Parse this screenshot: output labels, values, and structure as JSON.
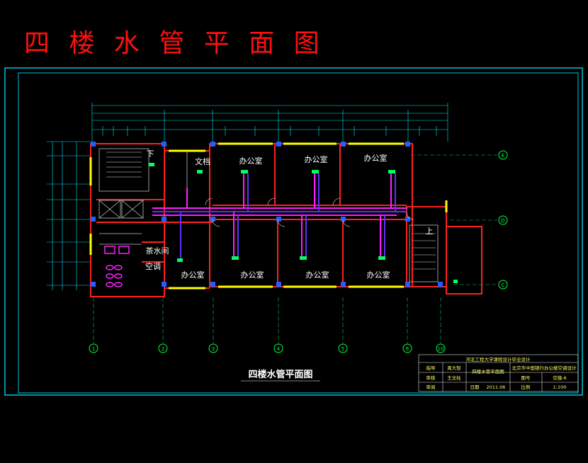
{
  "header": {
    "title": "四 楼 水 管 平 面 图"
  },
  "plan": {
    "caption": "四楼水管平面图",
    "rooms": {
      "office_top_1": "办公室",
      "office_top_2": "办公室",
      "office_top_3": "办公室",
      "office_bot_1": "办公室",
      "office_bot_2": "办公室",
      "office_bot_3": "办公室",
      "office_bot_4": "办公室",
      "archive": "文档",
      "water_room": "茶水间",
      "ac_room": "空调",
      "stair_down": "下",
      "stair_up": "上"
    },
    "axis_numbers": [
      "1",
      "2",
      "3",
      "4",
      "5",
      "6",
      "10"
    ],
    "axis_letters": [
      "E",
      "D",
      "C"
    ]
  },
  "title_block": {
    "school": "河北工程大学课程设计毕业设计",
    "row1_label": "指导",
    "row1_name": "周大智",
    "row2_label": "审核",
    "row2_name": "王文柱",
    "row3_label": "审阅",
    "drawing_name": "四楼水管平面图",
    "project": "北京市中国银行办公楼空调设计",
    "drawing_no_label": "图号",
    "drawing_no": "空施-6",
    "date_label": "日期",
    "date": "2011.06",
    "scale_label": "比例",
    "scale": "1:100"
  },
  "colors": {
    "background": "#000000",
    "frame": "#00c8d8",
    "wall": "#ff2020",
    "supply_pipe": "#ff20ff",
    "return_pipe": "#6030ff",
    "window": "#ffff00",
    "title_red": "#ff1010",
    "grid_line": "#00ff40"
  }
}
